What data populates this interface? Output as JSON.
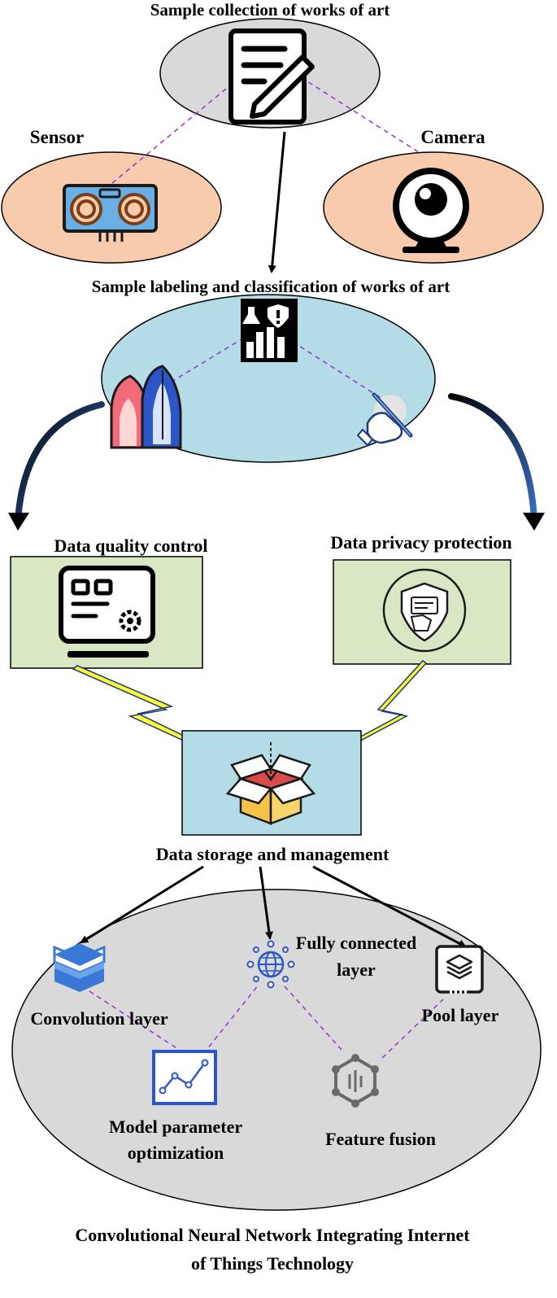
{
  "title": {
    "line1": "Convolutional Neural Network Integrating Internet",
    "line2": "of Things Technology"
  },
  "nodes": {
    "sample_collection": "Sample collection of works of art",
    "sensor": "Sensor",
    "camera": "Camera",
    "sample_labeling": "Sample labeling and classification of works of art",
    "data_quality_control": "Data quality control",
    "data_privacy_protection": "Data privacy protection",
    "data_storage": "Data storage and management",
    "fully_connected_line1": "Fully connected",
    "fully_connected_line2": "layer",
    "convolution_layer": "Convolution layer",
    "pool_layer": "Pool layer",
    "model_param_line1": "Model parameter",
    "model_param_line2": "optimization",
    "feature_fusion": "Feature fusion"
  },
  "colors": {
    "grey_ellipse": "#d9d9d9",
    "peach_ellipse": "#f8cbad",
    "blue_ellipse": "#b4dce6",
    "green_box": "#d9e7c4",
    "storage_box": "#b4dce6",
    "dashed_link": "#9933cc",
    "lightning": "#ffff33"
  },
  "icons": {
    "sample_collection": "document-pencil-icon",
    "sensor": "sensor-board-icon",
    "camera": "webcam-icon",
    "labeling": "lab-chart-shield-icon",
    "art_shapes": "art-figures-icon",
    "hand_pen": "hand-pen-icon",
    "quality": "monitor-gear-icon",
    "privacy": "shield-hand-card-icon",
    "storage": "open-box-icon",
    "convolution": "layers-stack-icon",
    "fully_connected": "network-globe-icon",
    "pool": "layers-document-icon",
    "model_param": "line-graph-icon",
    "feature_fusion": "hex-network-icon"
  }
}
